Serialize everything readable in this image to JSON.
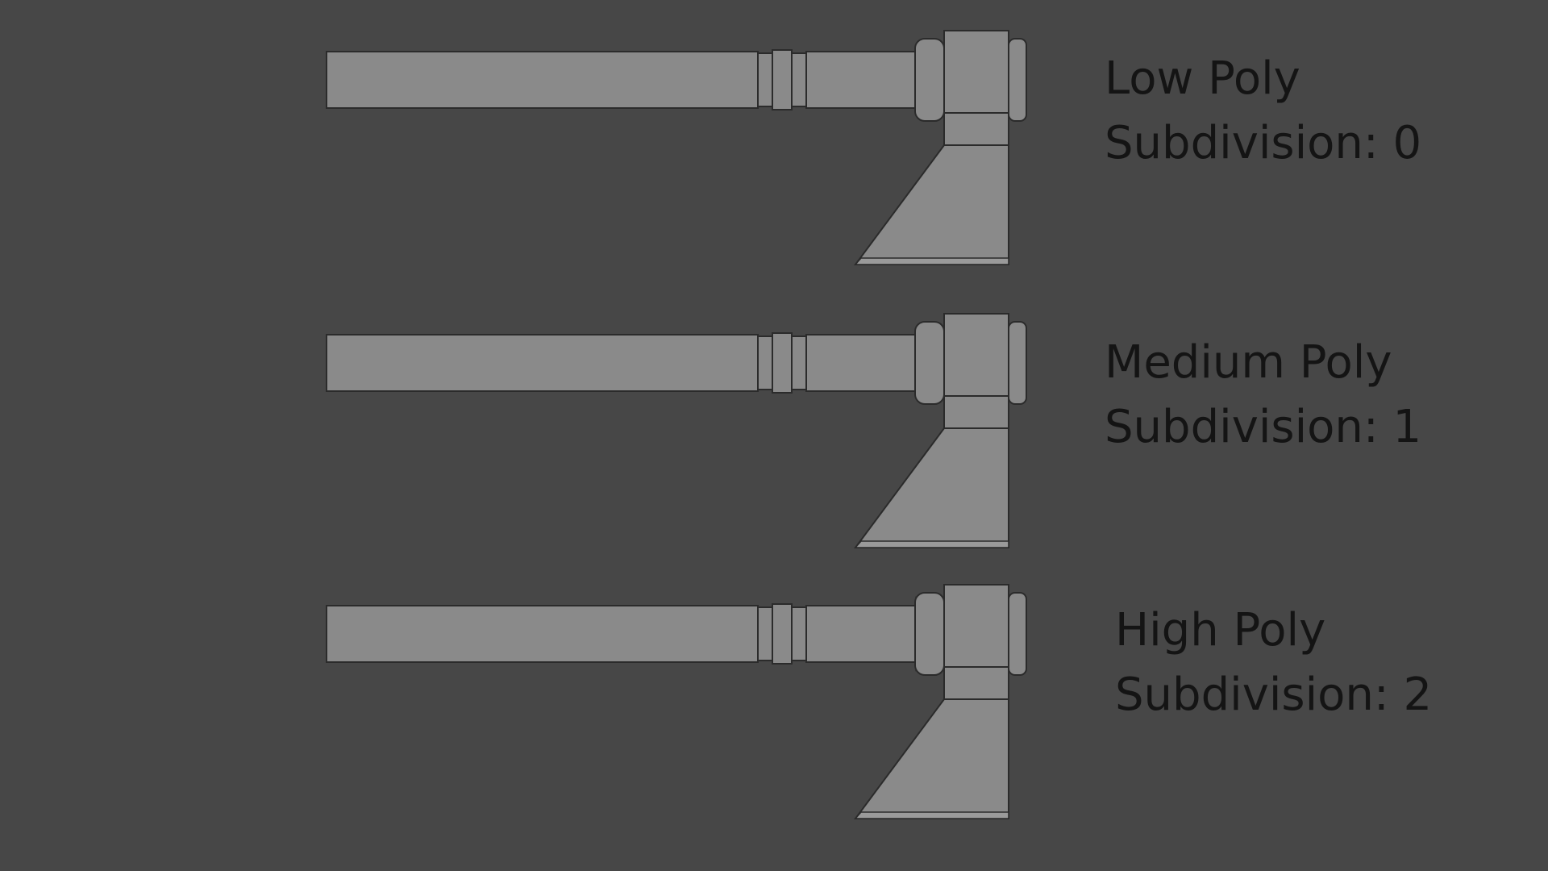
{
  "background_color": "#474747",
  "mesh_fill": "#8a8a8a",
  "wire_color": "#2b2b2b",
  "label_color": "#141414",
  "models": [
    {
      "title": "Low Poly",
      "subtitle": "Subdivision: 0",
      "subdivision_level": 0
    },
    {
      "title": "Medium Poly",
      "subtitle": "Subdivision: 1",
      "subdivision_level": 1
    },
    {
      "title": "High Poly",
      "subtitle": "Subdivision: 2",
      "subdivision_level": 2
    }
  ]
}
